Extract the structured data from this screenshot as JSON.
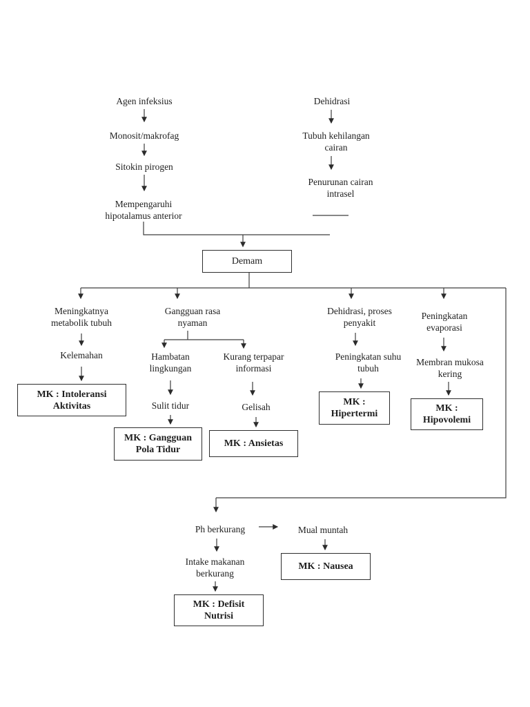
{
  "diagram": {
    "title_semantic": "Pathway Demam",
    "line_color": "#3d3d3d",
    "box_border_color": "#2d2d2d",
    "infection_chain": {
      "agen_infeksius": "Agen infeksius",
      "monosit_makrofag": "Monosit/makrofag",
      "sitokin_pirogen": "Sitokin pirogen",
      "mempengaruhi_hipotalamus": "Mempengaruhi hipotalamus anterior"
    },
    "dehydration_chain": {
      "dehidrasi": "Dehidrasi",
      "tubuh_kehilangan_cairan": "Tubuh kehilangan cairan",
      "penurunan_cairan_intrasel": "Penurunan cairan intrasel"
    },
    "central_node": "Demam",
    "branch_metabolik": {
      "cause": "Meningkatnya metabolik tubuh",
      "sign": "Kelemahan",
      "diagnosis": "MK : Intoleransi Aktivitas"
    },
    "branch_nyaman": {
      "cause": "Gangguan rasa nyaman",
      "sub_lingkungan": {
        "cause": "Hambatan lingkungan",
        "sign": "Sulit tidur",
        "diagnosis": "MK : Gangguan Pola Tidur"
      },
      "sub_informasi": {
        "cause": "Kurang terpapar informasi",
        "sign": "Gelisah",
        "diagnosis": "MK : Ansietas"
      }
    },
    "branch_dehidrasi": {
      "cause": "Dehidrasi, proses penyakit",
      "sign": "Peningkatan suhu tubuh",
      "diagnosis": "MK : Hipertermi"
    },
    "branch_evaporasi": {
      "cause": "Peningkatan evaporasi",
      "sign": "Membran mukosa kering",
      "diagnosis": "MK : Hipovolemi"
    },
    "branch_ph": {
      "cause": "Ph berkurang",
      "nausea_path": {
        "sign": "Mual muntah",
        "diagnosis": "MK : Nausea"
      },
      "nutrition_path": {
        "sign": "Intake makanan berkurang",
        "diagnosis": "MK : Defisit Nutrisi"
      }
    }
  }
}
